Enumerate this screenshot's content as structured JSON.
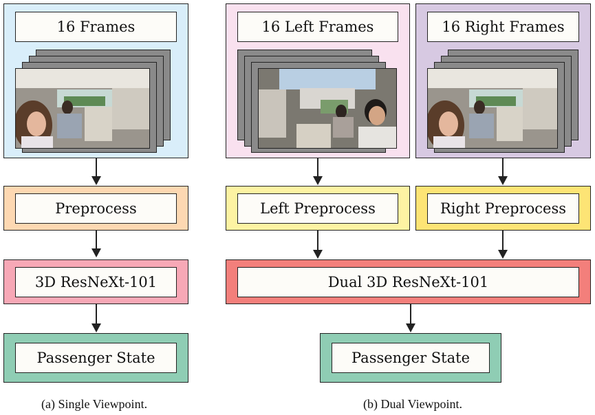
{
  "colors": {
    "frames_single_bg": "#d9eefa",
    "frames_left_bg": "#f9e1ef",
    "frames_right_bg": "#d7c9e2",
    "preprocess_bg": "#fdd8b2",
    "left_preprocess_bg": "#fdf3a3",
    "right_preprocess_bg": "#fde475",
    "resnext_single_bg": "#f7a8b6",
    "resnext_dual_bg": "#f37f7b",
    "state_bg": "#8fcdb4"
  },
  "single": {
    "frames_label": "16 Frames",
    "preprocess_label": "Preprocess",
    "model_label": "3D ResNeXt-101",
    "output_label": "Passenger State",
    "caption": "(a) Single Viewpoint."
  },
  "dual": {
    "left_frames_label": "16 Left Frames",
    "right_frames_label": "16 Right Frames",
    "left_preprocess_label": "Left Preprocess",
    "right_preprocess_label": "Right Preprocess",
    "model_label": "Dual 3D ResNeXt-101",
    "output_label": "Passenger State",
    "caption": "(b) Dual Viewpoint."
  }
}
